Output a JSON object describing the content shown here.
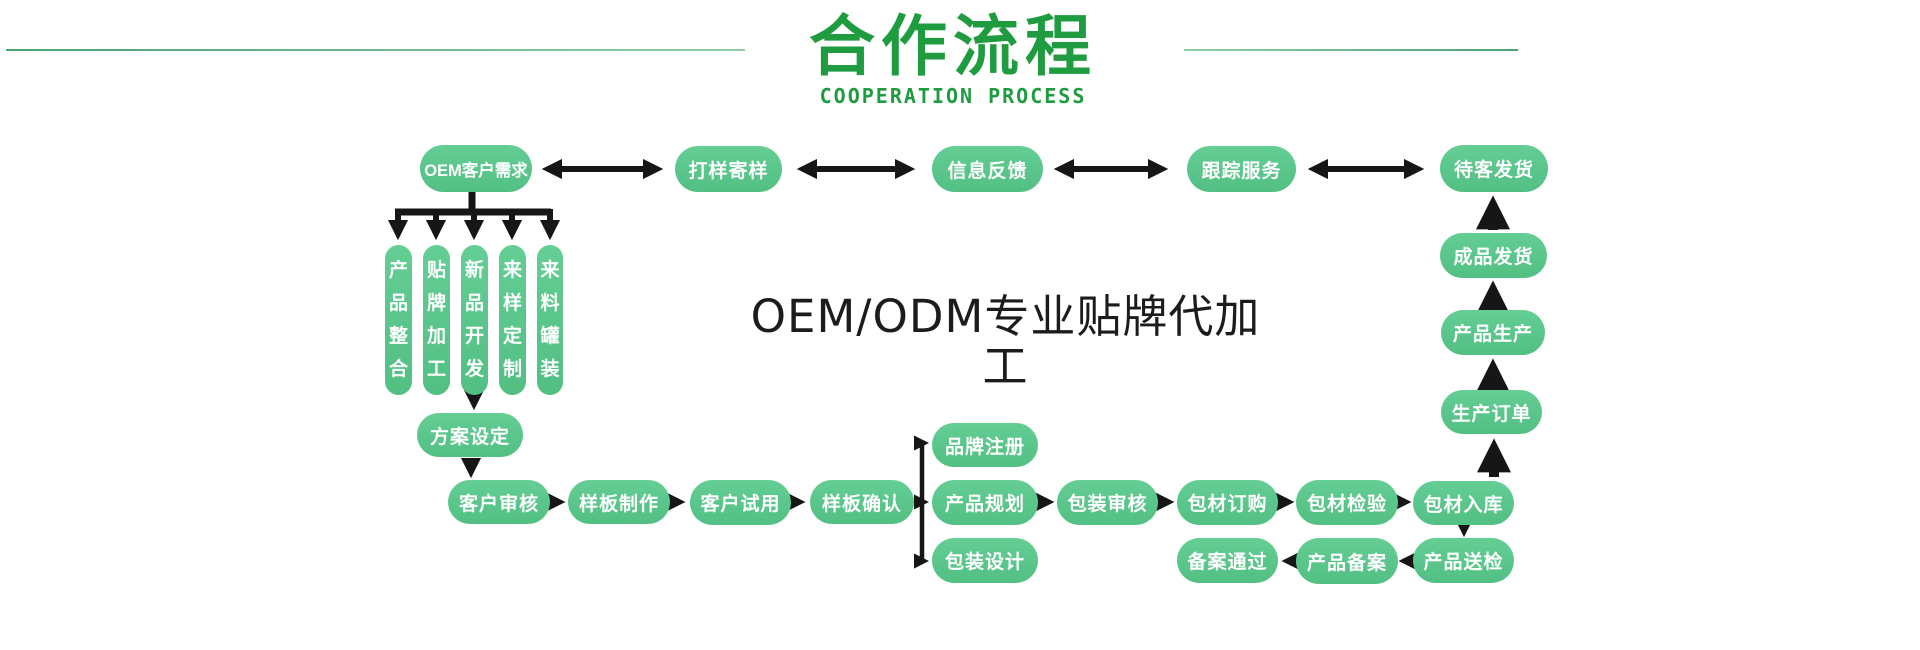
{
  "header": {
    "title": "合作流程",
    "subtitle": "COOPERATION PROCESS"
  },
  "center_text": "OEM/ODM专业贴牌代加工",
  "colors": {
    "pill_green": "#5cc88d",
    "pill_green_dark": "#52bf83",
    "title_green": "#1f9c40",
    "arrow_black": "#161616",
    "center_text_color": "#1c1c1c",
    "divider_green": "#4aa56e",
    "pill_text": "#ffffff"
  },
  "nodes": [
    {
      "id": "oem-customer-demand",
      "label": "OEM客户需求"
    },
    {
      "id": "sampling-mailing",
      "label": "打样寄样"
    },
    {
      "id": "info-feedback",
      "label": "信息反馈"
    },
    {
      "id": "tracking-service",
      "label": "跟踪服务"
    },
    {
      "id": "awaiting-customer-delivery",
      "label": "待客发货"
    },
    {
      "id": "product-integration",
      "label": "产品整合"
    },
    {
      "id": "private-label-processing",
      "label": "贴牌加工"
    },
    {
      "id": "new-product-development",
      "label": "新品开发"
    },
    {
      "id": "sample-customization",
      "label": "来样定制"
    },
    {
      "id": "incoming-material-filling",
      "label": "来料罐装"
    },
    {
      "id": "plan-setting",
      "label": "方案设定"
    },
    {
      "id": "customer-review",
      "label": "客户审核"
    },
    {
      "id": "sample-making",
      "label": "样板制作"
    },
    {
      "id": "customer-trial",
      "label": "客户试用"
    },
    {
      "id": "sample-confirmation",
      "label": "样板确认"
    },
    {
      "id": "brand-registration",
      "label": "品牌注册"
    },
    {
      "id": "product-planning",
      "label": "产品规划"
    },
    {
      "id": "package-design",
      "label": "包装设计"
    },
    {
      "id": "package-review",
      "label": "包装审核"
    },
    {
      "id": "package-material-ordering",
      "label": "包材订购"
    },
    {
      "id": "package-material-inspection",
      "label": "包材检验"
    },
    {
      "id": "package-material-storage",
      "label": "包材入库"
    },
    {
      "id": "product-inspection-submission",
      "label": "产品送检"
    },
    {
      "id": "product-filing",
      "label": "产品备案"
    },
    {
      "id": "filing-approved",
      "label": "备案通过"
    },
    {
      "id": "production-order",
      "label": "生产订单"
    },
    {
      "id": "product-production",
      "label": "产品生产"
    },
    {
      "id": "finished-goods-shipping",
      "label": "成品发货"
    }
  ]
}
